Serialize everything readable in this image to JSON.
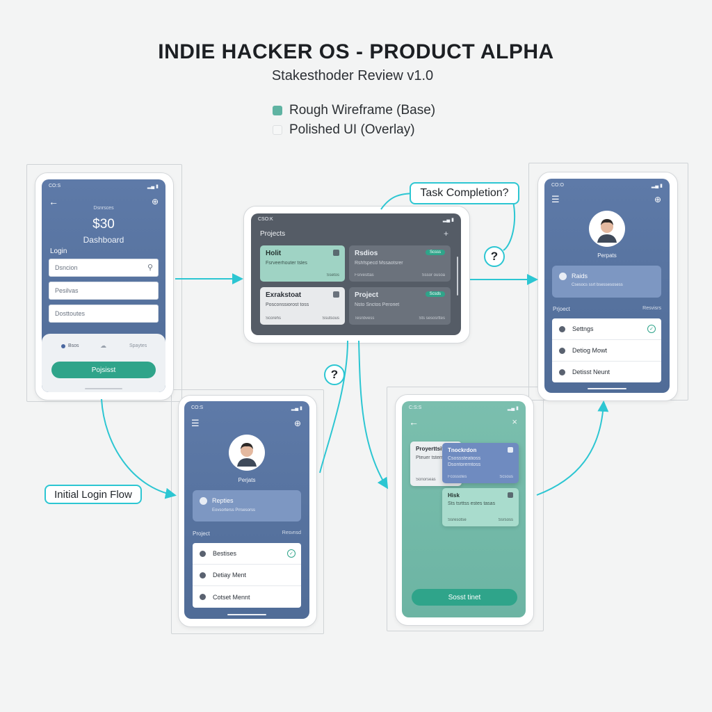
{
  "header": {
    "title": "INDIE HACKER OS - PRODUCT ALPHA",
    "subtitle": "Stakesthoder Review v1.0"
  },
  "legend": [
    {
      "label": "Rough Wireframe (Base)",
      "color": "#5fb3a2"
    },
    {
      "label": "Polished UI (Overlay)",
      "color": "#f3f4f4"
    }
  ],
  "callouts": {
    "task_completion": "Task Completion?",
    "initial_login": "Initial Login Flow",
    "question": "?"
  },
  "colors": {
    "accent": "#2cc6d2",
    "teal_button": "#2fa48a",
    "phone_blue": "#5e7aa8",
    "tablet_dark": "#555c66",
    "phone_teal": "#7bbfae"
  },
  "screen_login": {
    "status": "CO:S",
    "back_icon": "←",
    "menu_icon": "⊕",
    "small": "Dsnrsces",
    "amount": "$30",
    "dashboard": "Dashboard",
    "login_label": "Login",
    "fields": [
      "Dsncion",
      "Pesilvas",
      "Dosttoutes"
    ],
    "tabs": [
      "Bsos",
      "Spaytes"
    ],
    "button": "Pojsisst"
  },
  "screen_tablet": {
    "status": "CSO:K",
    "projects": "Projects",
    "plus": "+",
    "cards": [
      {
        "title": "Holit",
        "sub": "Fsrveerhouter tsles",
        "foot_l": "",
        "foot_r": "Ssetos",
        "badge": "",
        "style": "teal"
      },
      {
        "title": "Rsdios",
        "sub": "Rshfspecd Mssaotsrer",
        "foot_l": "Fsrvesttas",
        "foot_r": "Sssor ousoa",
        "badge": "Scsss",
        "style": "dark"
      },
      {
        "title": "Exrakstoat",
        "sub": "Posconssiorost toss",
        "foot_l": "Scorehs",
        "foot_r": "Ssutsous",
        "badge": "",
        "style": "light"
      },
      {
        "title": "Project",
        "sub": "Nsto Snctos Peroriet",
        "foot_l": "Tesnbvess",
        "foot_r": "Sts sesosrttes",
        "badge": "Scsds",
        "style": "dark"
      }
    ]
  },
  "screen_profile_right": {
    "status": "CO:O",
    "name": "Perpats",
    "card_title": "Raids",
    "card_sub": "Csesocs ssrt bsessesosess",
    "section": "Prjoect",
    "section_right": "Resvisrs",
    "items": [
      "Settngs",
      "Detiog Mowt",
      "Detisst Neunt"
    ]
  },
  "screen_profile_bottom": {
    "status": "CO:S",
    "name": "Perjats",
    "card_title": "Repties",
    "card_sub": "Eovsorterss Prrsesorss",
    "section": "Project",
    "section_right": "Resvnsd",
    "items": [
      "Bestises",
      "Detiay Ment",
      "Cotset Mennt"
    ]
  },
  "screen_teal": {
    "status": "C:S:S",
    "back_icon": "←",
    "close_icon": "×",
    "card_a": {
      "title": "Proyerttsits",
      "sub": "Pteuer tsterr",
      "foot": "Sonorseas"
    },
    "card_b": {
      "title": "Tnockrdon",
      "sub": "Csosssteatioss",
      "sub2": "Dsontoremtoss",
      "foot_l": "Fcossotes",
      "foot_r": "Scsous"
    },
    "card_c": {
      "title": "Hisk",
      "sub": "Sts tsrttss estes tasas",
      "foot_l": "Ssresotse",
      "foot_r": "Ssrsoss"
    },
    "button": "Sosst tinet"
  }
}
